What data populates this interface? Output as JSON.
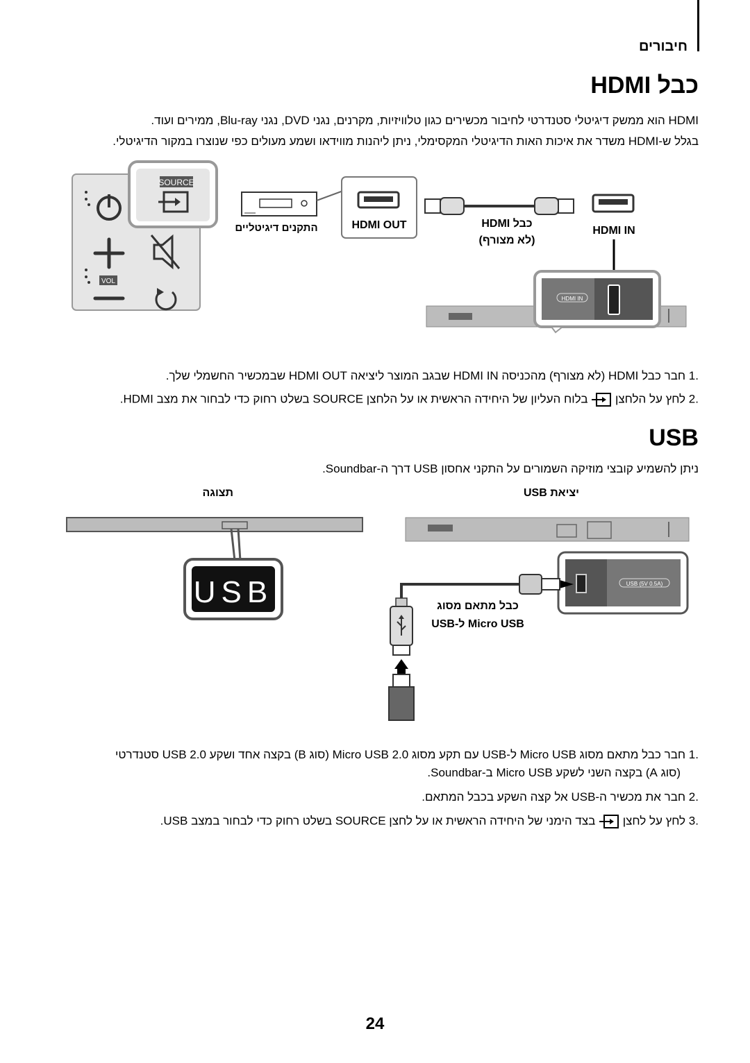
{
  "header": {
    "section": "חיבורים"
  },
  "hdmi": {
    "title": "כבל HDMI",
    "intro_line1": "HDMI הוא ממשק דיגיטלי סטנדרטי לחיבור מכשירים כגון טלוויזיות, מקרנים, נגני DVD, נגני Blu-ray, ממירים ועוד.",
    "intro_line2": "בגלל ש-HDMI משדר את איכות האות הדיגיטלי המקסימלי, ניתן ליהנות מווידאו ושמע מעולים כפי שנוצרו במקור הדיגיטלי.",
    "diagram": {
      "source_label": "SOURCE",
      "vol_label": "VOL",
      "hdmi_out_label": "HDMI OUT",
      "device_label": "התקנים דיגיטליים",
      "cable_label_1": "כבל HDMI",
      "cable_label_2": "(לא מצורף)",
      "hdmi_in_label": "HDMI IN",
      "panel_port_label": "HDMI IN"
    },
    "steps": [
      {
        "num": ".1",
        "text": "חבר כבל HDMI (לא מצורף) מהכניסה HDMI IN שבגב המוצר ליציאה HDMI OUT שבמכשיר החשמלי שלך."
      },
      {
        "num": ".2",
        "text_before": "לחץ על הלחצן",
        "text_after": "בלוח העליון של היחידה הראשית או על הלחצן SOURCE בשלט רחוק כדי לבחור את מצב HDMI."
      }
    ]
  },
  "usb": {
    "title": "USB",
    "intro": "ניתן להשמיע קובצי מוזיקה השמורים על התקני אחסון USB דרך ה-Soundbar.",
    "label_port": "יציאת USB",
    "label_display": "תצוגה",
    "display_text": "USB",
    "port_panel_label": "USB (5V 0.5A)",
    "cable_label_1": "כבל מתאם מסוג",
    "cable_label_2": "Micro USB ל-USB",
    "steps": [
      {
        "num": ".1",
        "text": "חבר כבל מתאם מסוג Micro USB ל-USB עם תקע מסוג Micro USB 2.0 (סוג B) בקצה אחד ושקע USB 2.0 סטנדרטי",
        "text2": "(סוג A) בקצה השני לשקע Micro USB ב-Soundbar."
      },
      {
        "num": ".2",
        "text": "חבר את מכשיר ה-USB אל קצה השקע בכבל המתאם."
      },
      {
        "num": ".3",
        "text_before": "לחץ על לחצן",
        "text_after": "בצד הימני של היחידה הראשית או על לחצן SOURCE בשלט רחוק כדי לבחור במצב USB."
      }
    ]
  },
  "page_number": "24"
}
